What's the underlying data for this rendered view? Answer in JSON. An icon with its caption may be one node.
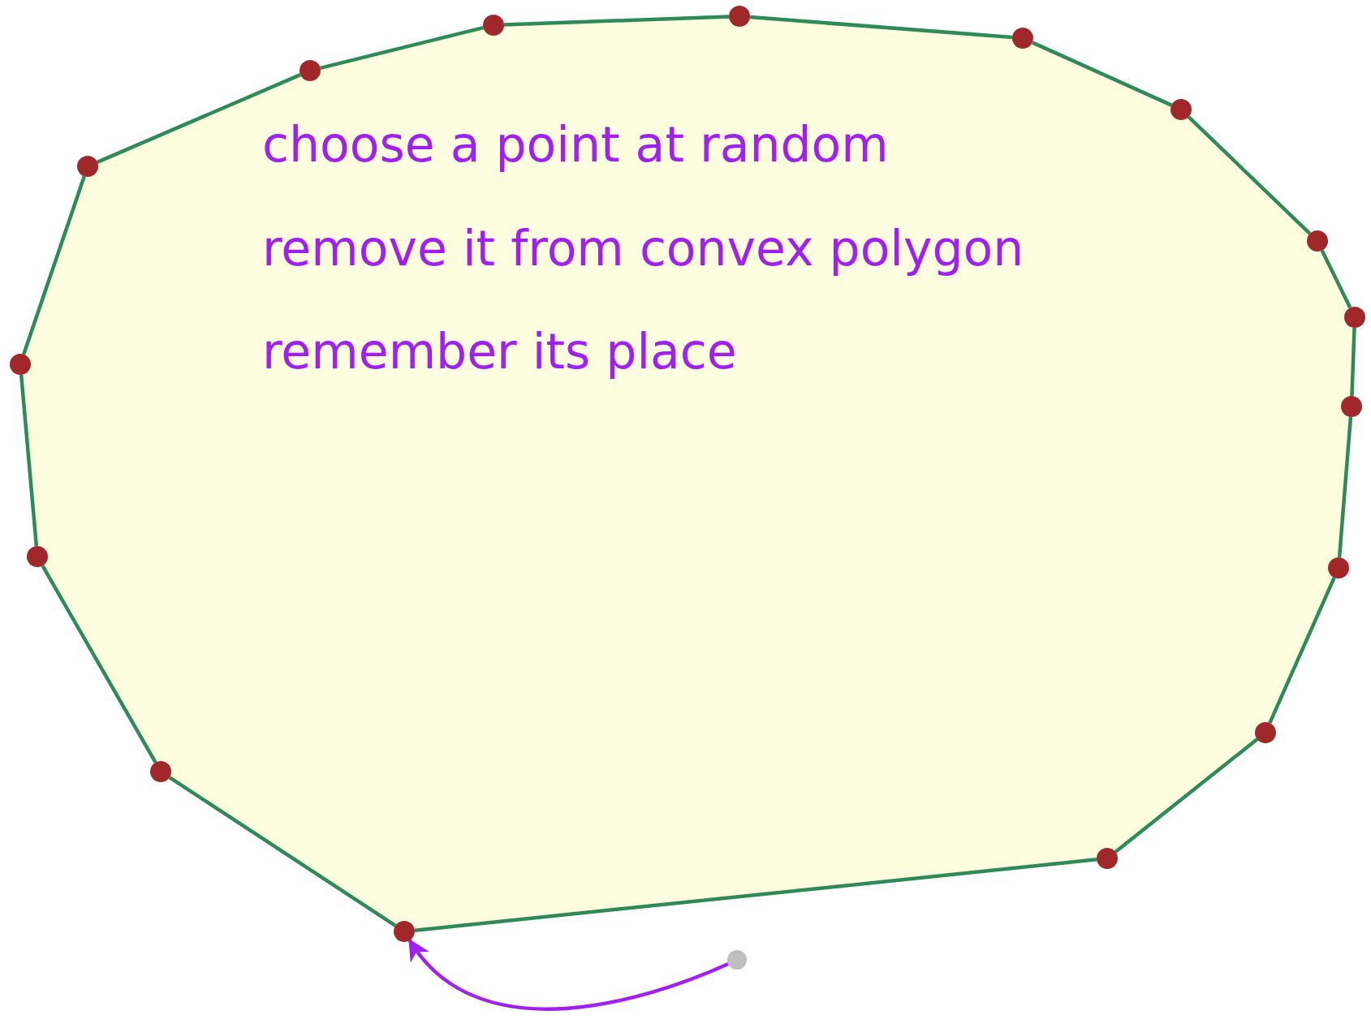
{
  "diagram": {
    "nodes": [
      {
        "text": [
          "choose a point at random",
          "remove it from convex polygon",
          "remember its place"
        ]
      },
      {
        "text": [],
        "shape": "circle"
      },
      {
        "text": [],
        "shape": "circle"
      },
      {
        "text": [],
        "shape": "circle"
      },
      {
        "text": [],
        "shape": "circle"
      },
      {
        "text": [],
        "shape": "circle"
      },
      {
        "text": [],
        "shape": "circle"
      },
      {
        "text": [],
        "shape": "circle"
      },
      {
        "text": [],
        "shape": "circle"
      },
      {
        "text": [],
        "shape": "circle"
      },
      {
        "text": [],
        "shape": "circle"
      },
      {
        "text": [],
        "shape": "circle"
      },
      {
        "text": [],
        "shape": "circle"
      },
      {
        "text": [],
        "shape": "circle"
      },
      {
        "text": [],
        "shape": "circle"
      },
      {
        "text": [],
        "shape": "circle"
      },
      {
        "text": [],
        "shape": "circle"
      },
      {
        "text": [],
        "shape": "circle"
      }
    ],
    "edges": [
      {
        "from": 1,
        "to": 2,
        "arrow": "none"
      },
      {
        "from": 2,
        "to": 3,
        "arrow": "none"
      },
      {
        "from": 3,
        "to": 4,
        "arrow": "none"
      },
      {
        "from": 4,
        "to": 5,
        "arrow": "none"
      },
      {
        "from": 5,
        "to": 6,
        "arrow": "none"
      },
      {
        "from": 6,
        "to": 7,
        "arrow": "none"
      },
      {
        "from": 7,
        "to": 8,
        "arrow": "none"
      },
      {
        "from": 8,
        "to": 9,
        "arrow": "none"
      },
      {
        "from": 9,
        "to": 10,
        "arrow": "none"
      },
      {
        "from": 10,
        "to": 11,
        "arrow": "none"
      },
      {
        "from": 11,
        "to": 12,
        "arrow": "none"
      },
      {
        "from": 12,
        "to": 13,
        "arrow": "none"
      },
      {
        "from": 13,
        "to": 14,
        "arrow": "none"
      },
      {
        "from": 14,
        "to": 15,
        "arrow": "none"
      },
      {
        "from": 15,
        "to": 16,
        "arrow": "none"
      },
      {
        "from": 16,
        "to": 1,
        "arrow": "none"
      },
      {
        "from": 17,
        "to": 13,
        "arrow": "to",
        "color": "#a020f0"
      }
    ]
  }
}
